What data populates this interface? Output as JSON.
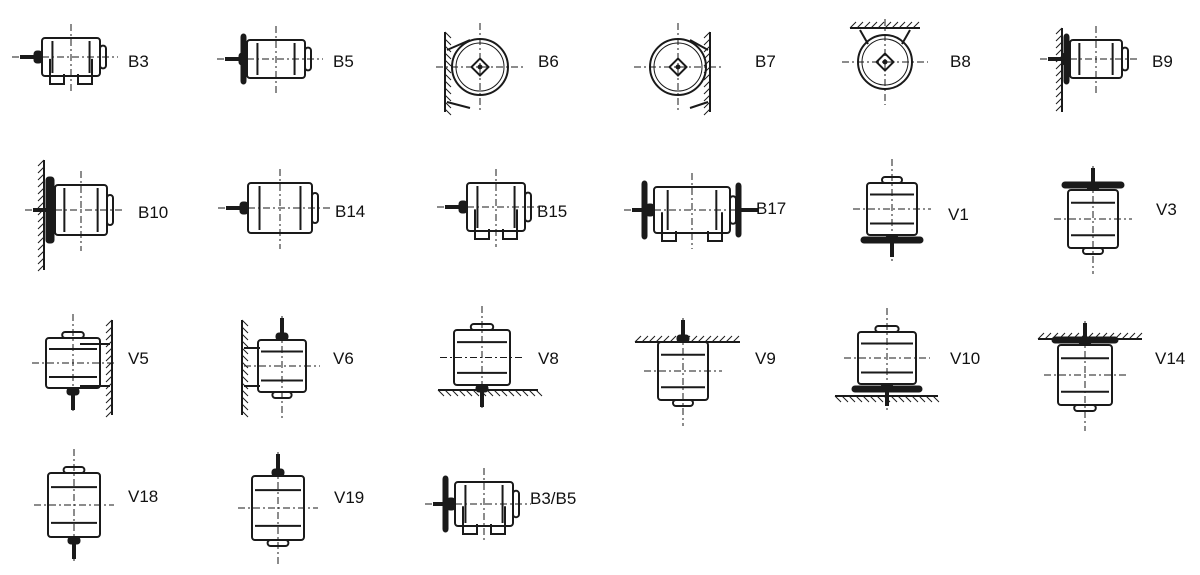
{
  "diagram": {
    "ink_color": "#1a1a1a",
    "mountings": [
      {
        "id": "B3",
        "label": "B3"
      },
      {
        "id": "B5",
        "label": "B5"
      },
      {
        "id": "B6",
        "label": "B6"
      },
      {
        "id": "B7",
        "label": "B7"
      },
      {
        "id": "B8",
        "label": "B8"
      },
      {
        "id": "B9",
        "label": "B9"
      },
      {
        "id": "B10",
        "label": "B10"
      },
      {
        "id": "B14",
        "label": "B14"
      },
      {
        "id": "B15",
        "label": "B15"
      },
      {
        "id": "B17",
        "label": "B17"
      },
      {
        "id": "V1",
        "label": "V1"
      },
      {
        "id": "V3",
        "label": "V3"
      },
      {
        "id": "V5",
        "label": "V5"
      },
      {
        "id": "V6",
        "label": "V6"
      },
      {
        "id": "V8",
        "label": "V8"
      },
      {
        "id": "V9",
        "label": "V9"
      },
      {
        "id": "V10",
        "label": "V10"
      },
      {
        "id": "V14",
        "label": "V14"
      },
      {
        "id": "V18",
        "label": "V18"
      },
      {
        "id": "V19",
        "label": "V19"
      },
      {
        "id": "B3B5",
        "label": "B3/B5"
      }
    ]
  }
}
